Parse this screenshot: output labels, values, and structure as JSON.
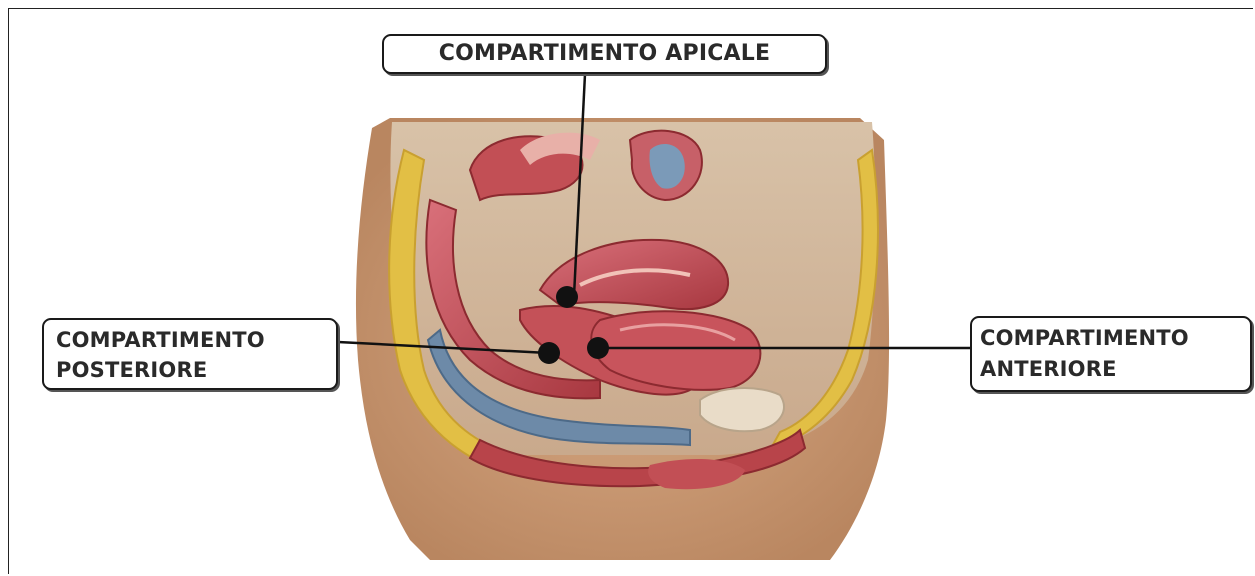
{
  "labels": {
    "apicale": "COMPARTIMENTO APICALE",
    "posteriore": {
      "line1": "COMPARTIMENTO",
      "line2": "POSTERIORE"
    },
    "anteriore": {
      "line1": "COMPARTIMENTO",
      "line2": "ANTERIORE"
    }
  },
  "colors": {
    "skin": "#c99a72",
    "muscle": "#b8444a",
    "fat": "#e8c64a",
    "rectum_blue": "#6d8aa8",
    "marker": "#111111"
  }
}
